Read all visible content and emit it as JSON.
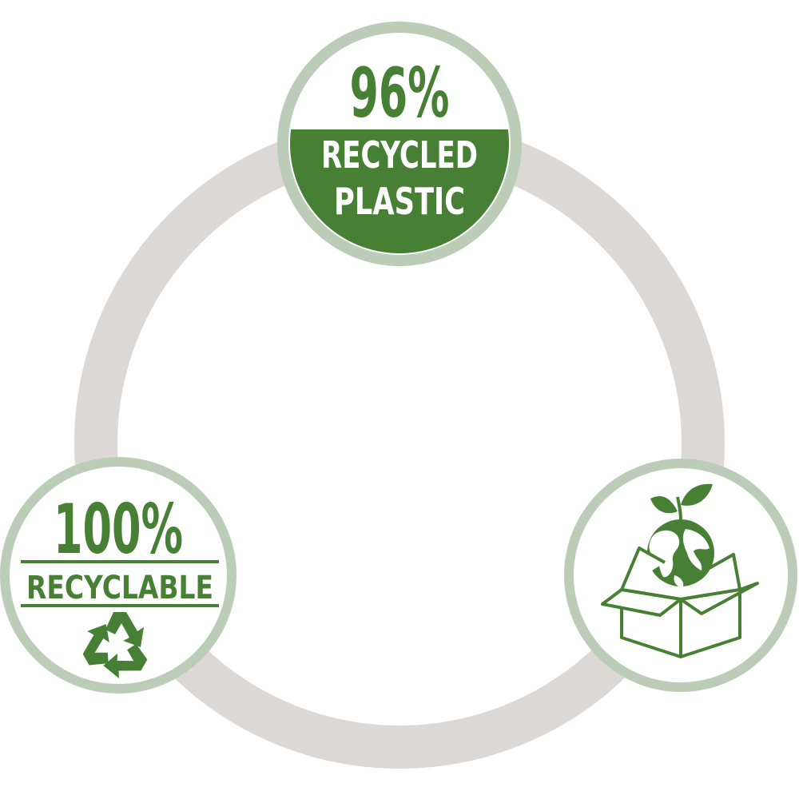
{
  "colors": {
    "ring": "#dcd8d6",
    "badge_border": "#bccdb7",
    "green": "#478035",
    "white": "#ffffff"
  },
  "top_badge": {
    "percent": "96%",
    "line1": "RECYCLED",
    "line2": "PLASTIC"
  },
  "left_badge": {
    "percent": "100%",
    "label": "RECYCLABLE",
    "icon": "recycle-icon"
  },
  "right_badge": {
    "icon": "globe-in-box-sprout-icon"
  }
}
